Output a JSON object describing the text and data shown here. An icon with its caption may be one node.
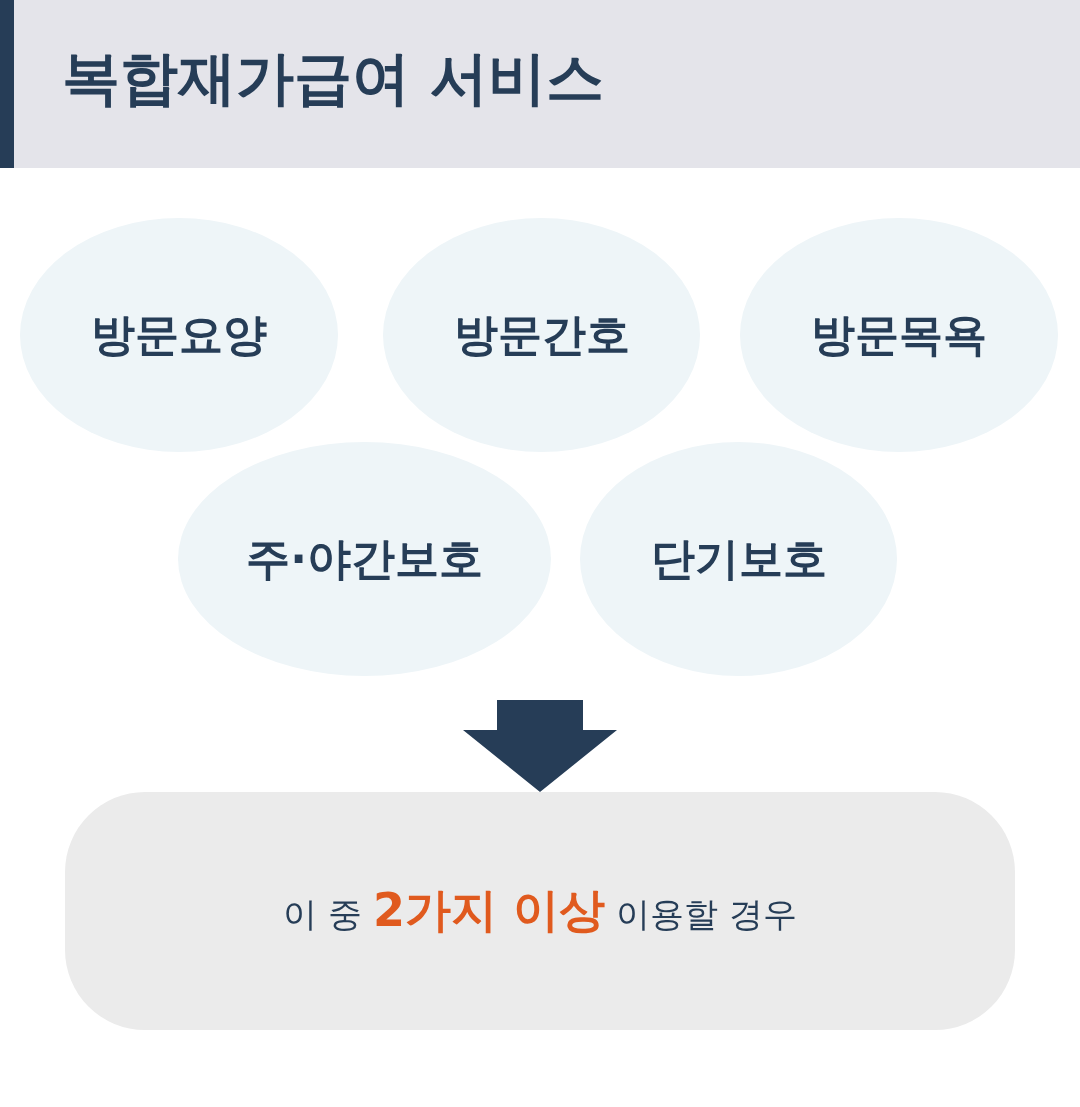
{
  "diagram": {
    "title": "복합재가급여 서비스",
    "nodes": [
      {
        "text": [
          "방문요양"
        ]
      },
      {
        "text": [
          "방문간호"
        ]
      },
      {
        "text": [
          "방문목욕"
        ]
      },
      {
        "text": [
          "주·야간보호"
        ]
      },
      {
        "text": [
          "단기보호"
        ]
      },
      {
        "text": [
          "이 중 **2가지 이상** 이용할 경우"
        ]
      }
    ],
    "edges": [
      {
        "from": null,
        "to": 5,
        "arrow": "to",
        "style": "thick"
      }
    ]
  }
}
